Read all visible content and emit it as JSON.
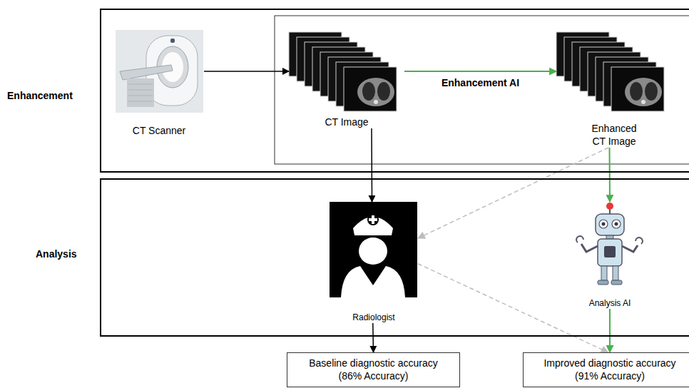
{
  "diagram": {
    "nodes": [
      {
        "text": [
          "Enhancement"
        ]
      },
      {
        "text": [
          "CT Scanner"
        ],
        "in": 0
      },
      {
        "text": [
          "CT Image"
        ],
        "in": 0
      },
      {
        "text": [
          "Enhanced CT Image"
        ],
        "in": 0
      },
      {
        "text": [
          "Analysis"
        ]
      },
      {
        "text": [
          "Radiologist"
        ],
        "in": 4
      },
      {
        "text": [
          "Analysis AI"
        ],
        "in": 4
      },
      {
        "text": [
          "Baseline diagnostic accuracy (86% Accuracy)"
        ]
      },
      {
        "text": [
          "Improved diagnostic accuracy (91% Accuracy)"
        ]
      }
    ],
    "edges": [
      {
        "from": 1,
        "to": 2,
        "arrow": "to"
      },
      {
        "from": 2,
        "to": 3,
        "label": "Enhancement AI",
        "arrow": "to"
      },
      {
        "from": 2,
        "to": 5,
        "arrow": "to"
      },
      {
        "from": 3,
        "to": 5,
        "arrow": "to"
      },
      {
        "from": 3,
        "to": 6,
        "arrow": "to"
      },
      {
        "from": 5,
        "to": 7,
        "arrow": "to"
      },
      {
        "from": 5,
        "to": 8,
        "arrow": "to"
      },
      {
        "from": 6,
        "to": 8,
        "arrow": "to"
      }
    ]
  }
}
